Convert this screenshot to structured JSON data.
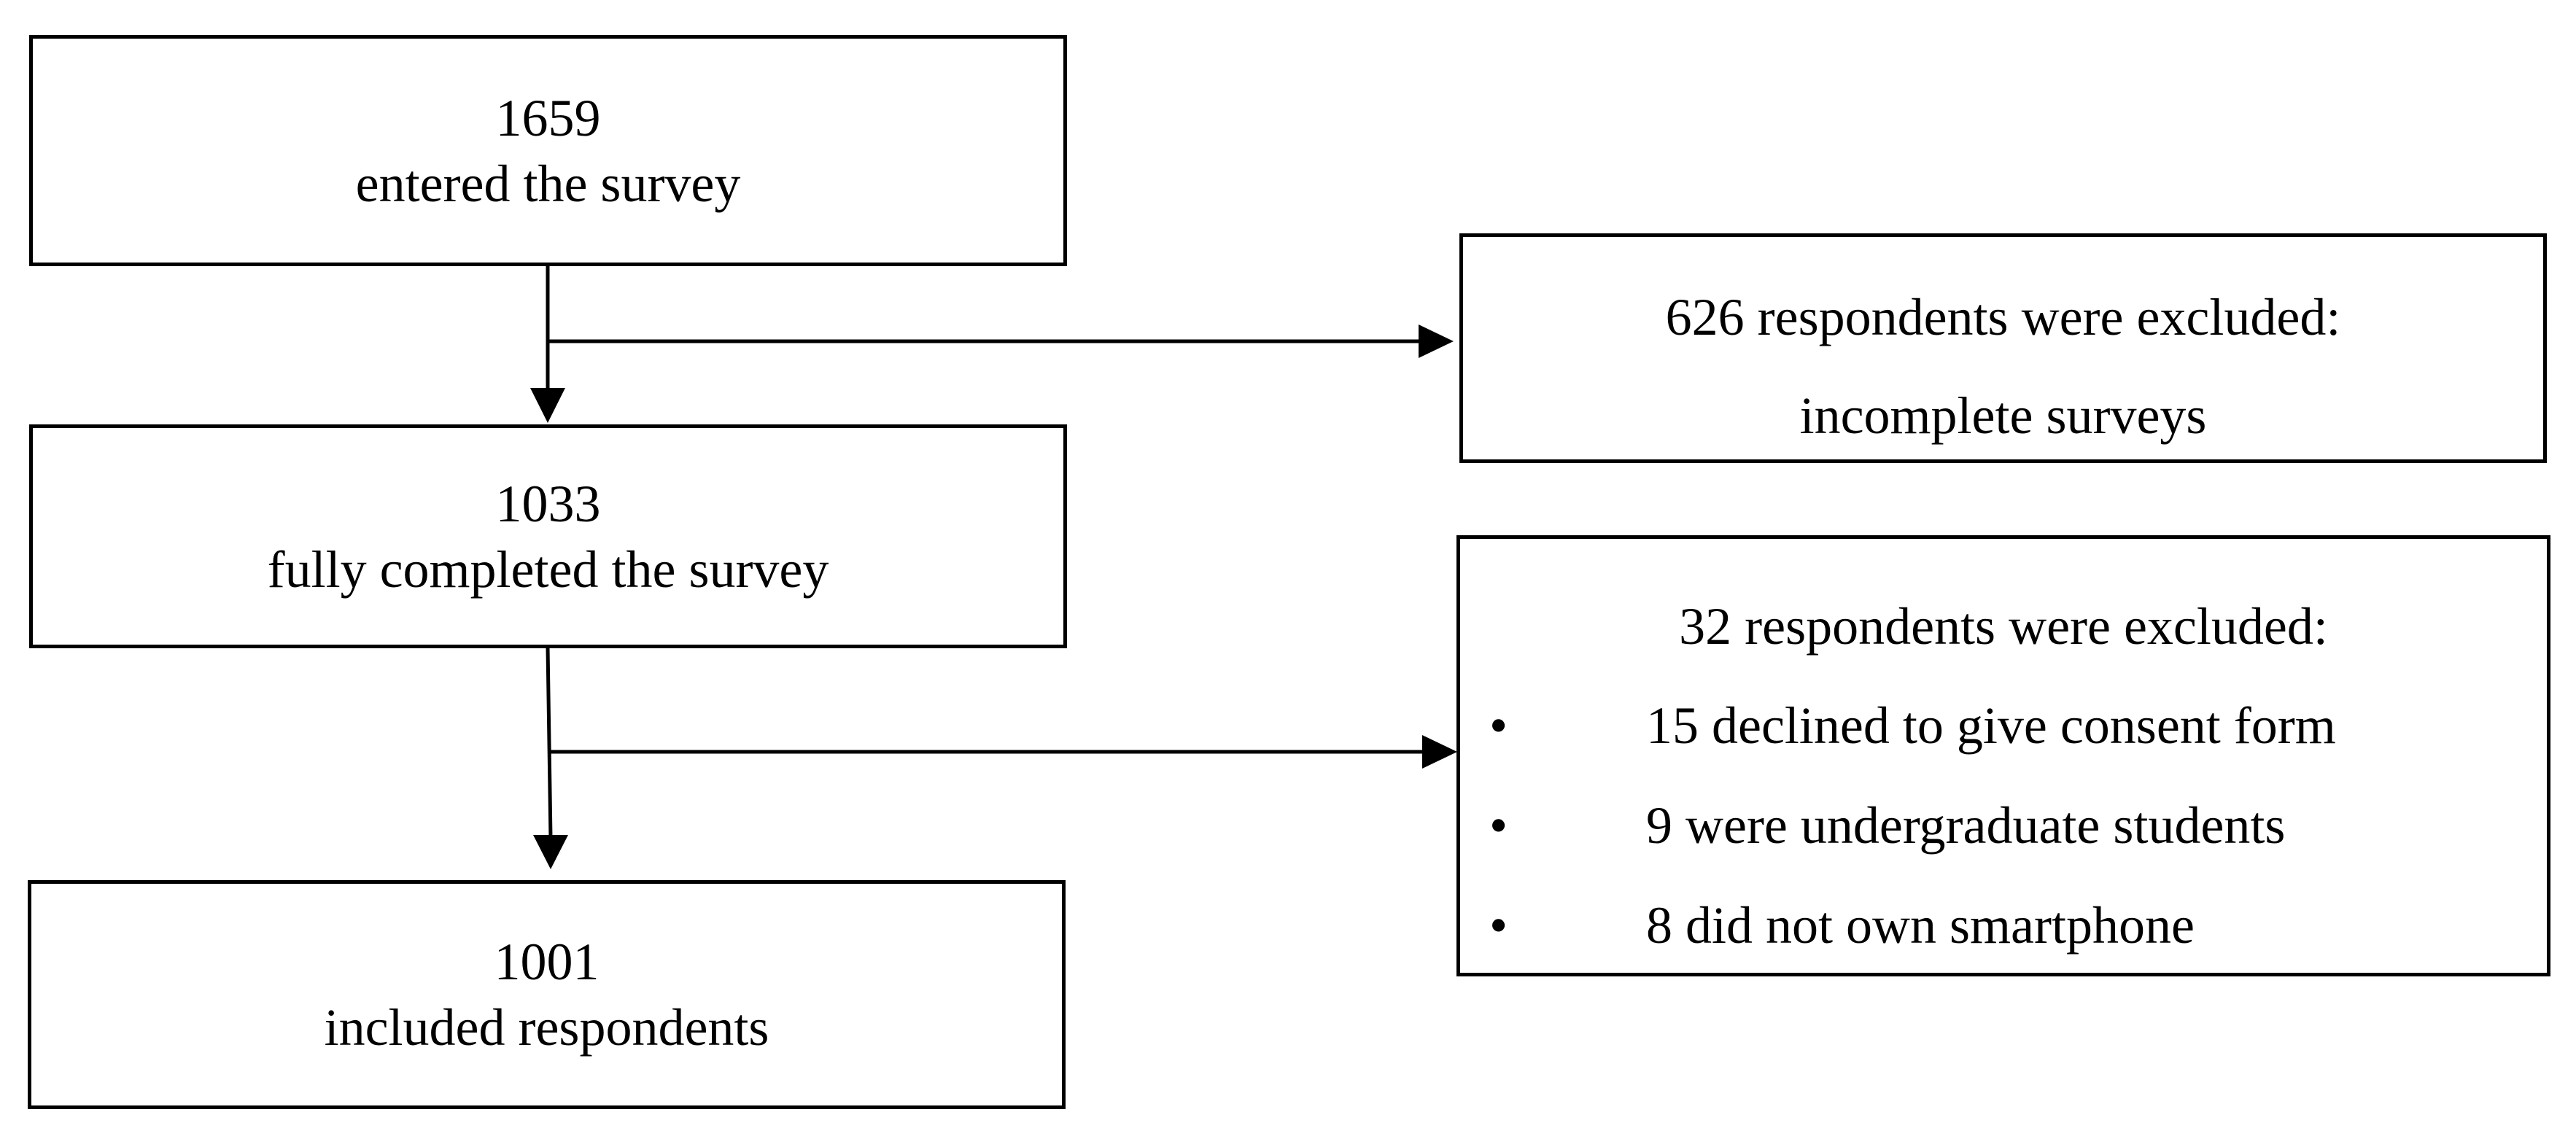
{
  "flow": {
    "entered": {
      "count": "1659",
      "label": "entered the survey"
    },
    "completed": {
      "count": "1033",
      "label": "fully completed the survey"
    },
    "included": {
      "count": "1001",
      "label": "included respondents"
    }
  },
  "exclusions": {
    "first": {
      "title": "626 respondents were excluded:",
      "reason": "incomplete surveys"
    },
    "second": {
      "title": "32 respondents were excluded:",
      "bullet_symbol": "•",
      "items": [
        "15 declined to give consent form",
        "9 were undergraduate students",
        "8 did not own smartphone"
      ]
    }
  }
}
